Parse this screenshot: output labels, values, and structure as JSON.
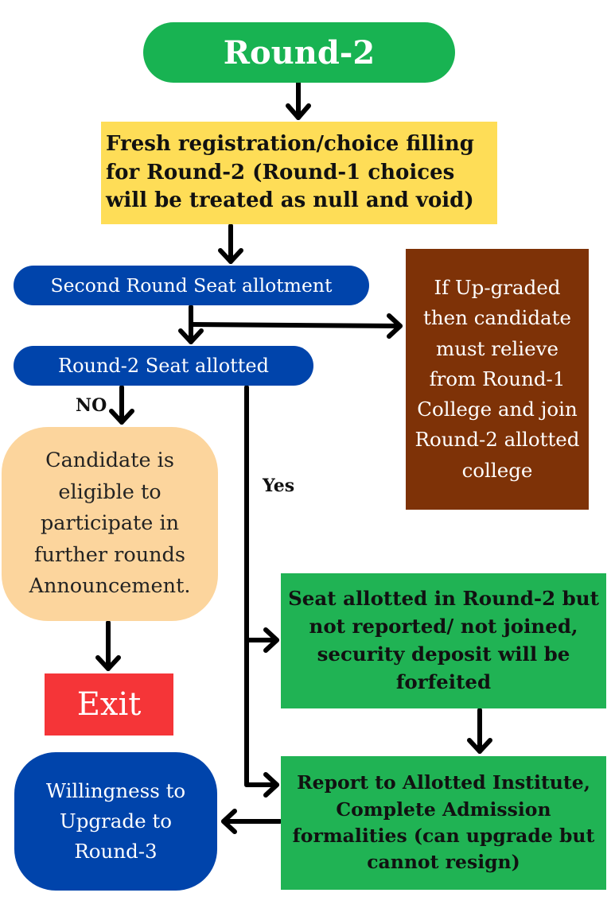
{
  "colors": {
    "green": "#18b352",
    "yellow": "#fedd57",
    "blue": "#0044ab",
    "brown": "#7e3207",
    "peach": "#fcd59d",
    "red": "#f53538",
    "box_green": "#20b354",
    "arrow": "#000000"
  },
  "nodes": {
    "start": "Round-2",
    "fresh": "Fresh registration/choice filling for Round-2 (Round-1 choices will be treated as null and void)",
    "second": "Second Round Seat allotment",
    "upgraded": "If Up-graded then candidate must relieve from Round-1 College and join Round-2 allotted college",
    "allotted": "Round-2 Seat allotted",
    "eligible": "Candidate is eligible to participate in further rounds Announcement.",
    "exit": "Exit",
    "notrep": "Seat allotted in Round-2 but not reported/ not joined, security deposit will be forfeited",
    "report": "Report to Allotted Institute, Complete Admission formalities (can upgrade but cannot resign)",
    "upgrade3": "Willingness to Upgrade to Round-3"
  },
  "edge_labels": {
    "no": "NO",
    "yes": "Yes"
  }
}
